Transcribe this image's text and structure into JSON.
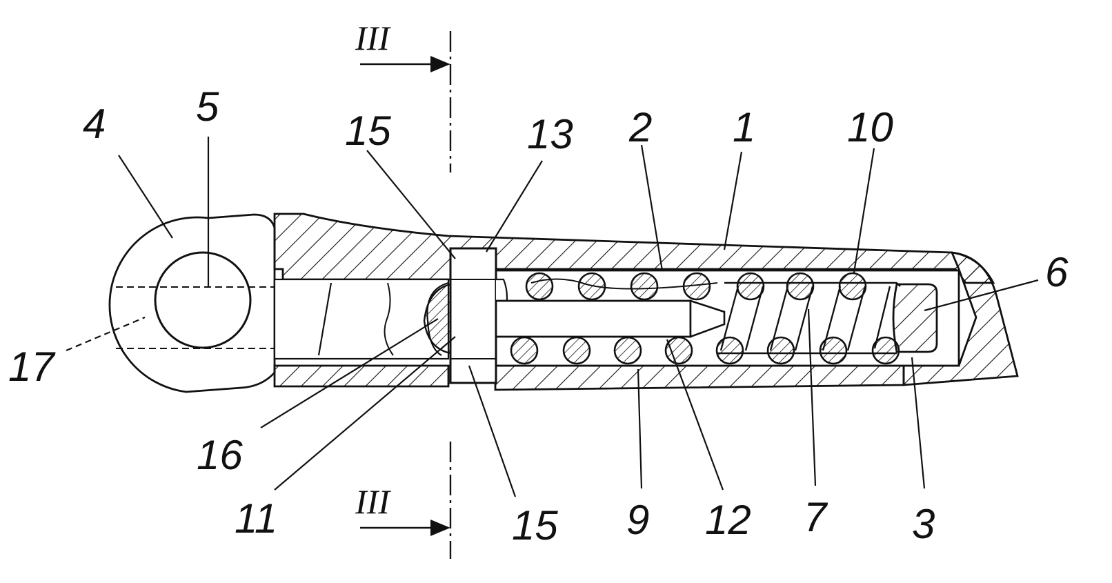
{
  "section_marks": {
    "top": "III",
    "bottom": "III"
  },
  "labels": {
    "l1": "1",
    "l2": "2",
    "l3": "3",
    "l4": "4",
    "l5": "5",
    "l6": "6",
    "l7": "7",
    "l9": "9",
    "l10": "10",
    "l11": "11",
    "l12": "12",
    "l13": "13",
    "l15a": "15",
    "l15b": "15",
    "l16": "16",
    "l17": "17"
  },
  "colors": {
    "ink": "#111111",
    "paper": "#ffffff"
  }
}
